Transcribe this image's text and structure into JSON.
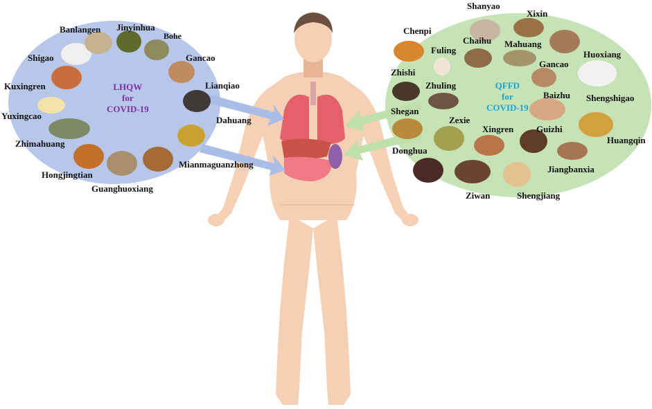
{
  "lhqw": {
    "line1": "LHQW",
    "line2": "for",
    "line3": "COVID-19",
    "color": "#7b2fa6",
    "ellipse_fill": "#b7c7ea",
    "herbs": [
      "Banlangen",
      "Jinyinhua",
      "Bohe",
      "Shigao",
      "Gancao",
      "Kuxingren",
      "Lianqiao",
      "Yuxingcao",
      "Dahuang",
      "Zhimahuang",
      "Mianmaguanzhong",
      "Hongjingtian",
      "Guanghuoxiang"
    ]
  },
  "qffd": {
    "line1": "QFFD",
    "line2": "for",
    "line3": "COVID-19",
    "color": "#17a3d8",
    "ellipse_fill": "#c5e3b4",
    "herbs": [
      "Shanyao",
      "Xixin",
      "Chenpi",
      "Chaihu",
      "Fuling",
      "Mahuang",
      "Huoxiang",
      "Gancao",
      "Zhishi",
      "Baizhu",
      "Zhuling",
      "Shengshigao",
      "Shegan",
      "Zexie",
      "Guizhi",
      "Huangqin",
      "Xingren",
      "Donghua",
      "Jiangbanxia",
      "Ziwan",
      "Shengjiang"
    ]
  },
  "colors": {
    "skin": "#f6d0b5",
    "skin_shadow": "#e8b497",
    "hair": "#6b5040",
    "lungs": "#e4606b",
    "liver": "#c9524b",
    "stomach": "#ee7a86",
    "spleen": "#8f5fa8",
    "arrow_left": "#a9bde6",
    "arrow_right": "#bfe0ad"
  }
}
